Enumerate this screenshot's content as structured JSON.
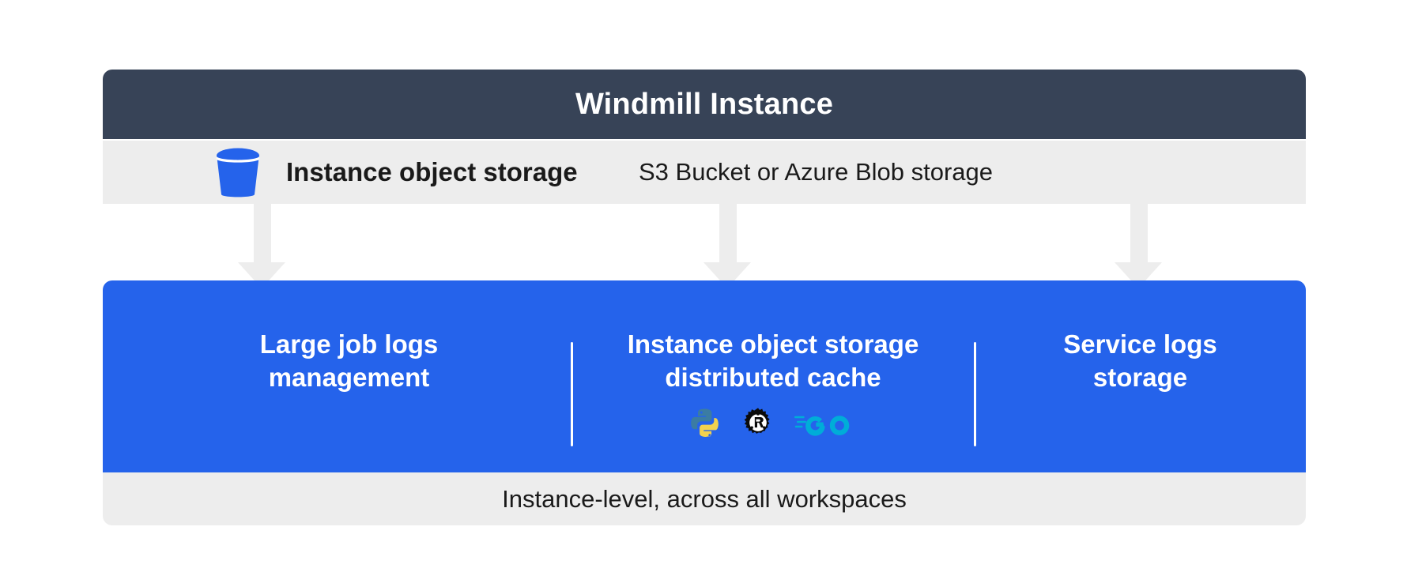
{
  "header": {
    "title": "Windmill Instance"
  },
  "storage_row": {
    "icon": "s3-bucket-icon",
    "label": "Instance object storage",
    "description": "S3 Bucket or Azure Blob storage"
  },
  "connectors": [
    {
      "name": "arrow-to-large-job-logs"
    },
    {
      "name": "arrow-to-distributed-cache"
    },
    {
      "name": "arrow-to-service-logs"
    }
  ],
  "columns": [
    {
      "id": "large-job-logs-management",
      "title": "Large job logs\nmanagement",
      "logos": []
    },
    {
      "id": "instance-object-storage-distributed-cache",
      "title": "Instance object storage\ndistributed cache",
      "logos": [
        "python-icon",
        "rust-icon",
        "go-icon"
      ]
    },
    {
      "id": "service-logs-storage",
      "title": "Service logs\nstorage",
      "logos": []
    }
  ],
  "footer": {
    "text": "Instance-level, across all workspaces"
  },
  "colors": {
    "header_bg": "#374357",
    "strip_bg": "#ededed",
    "panel_blue": "#2563eb",
    "bucket_blue": "#2563eb",
    "go_cyan": "#00add8",
    "page_bg": "#ffffff",
    "text_dark": "#1a1a1a",
    "text_light": "#ffffff"
  }
}
